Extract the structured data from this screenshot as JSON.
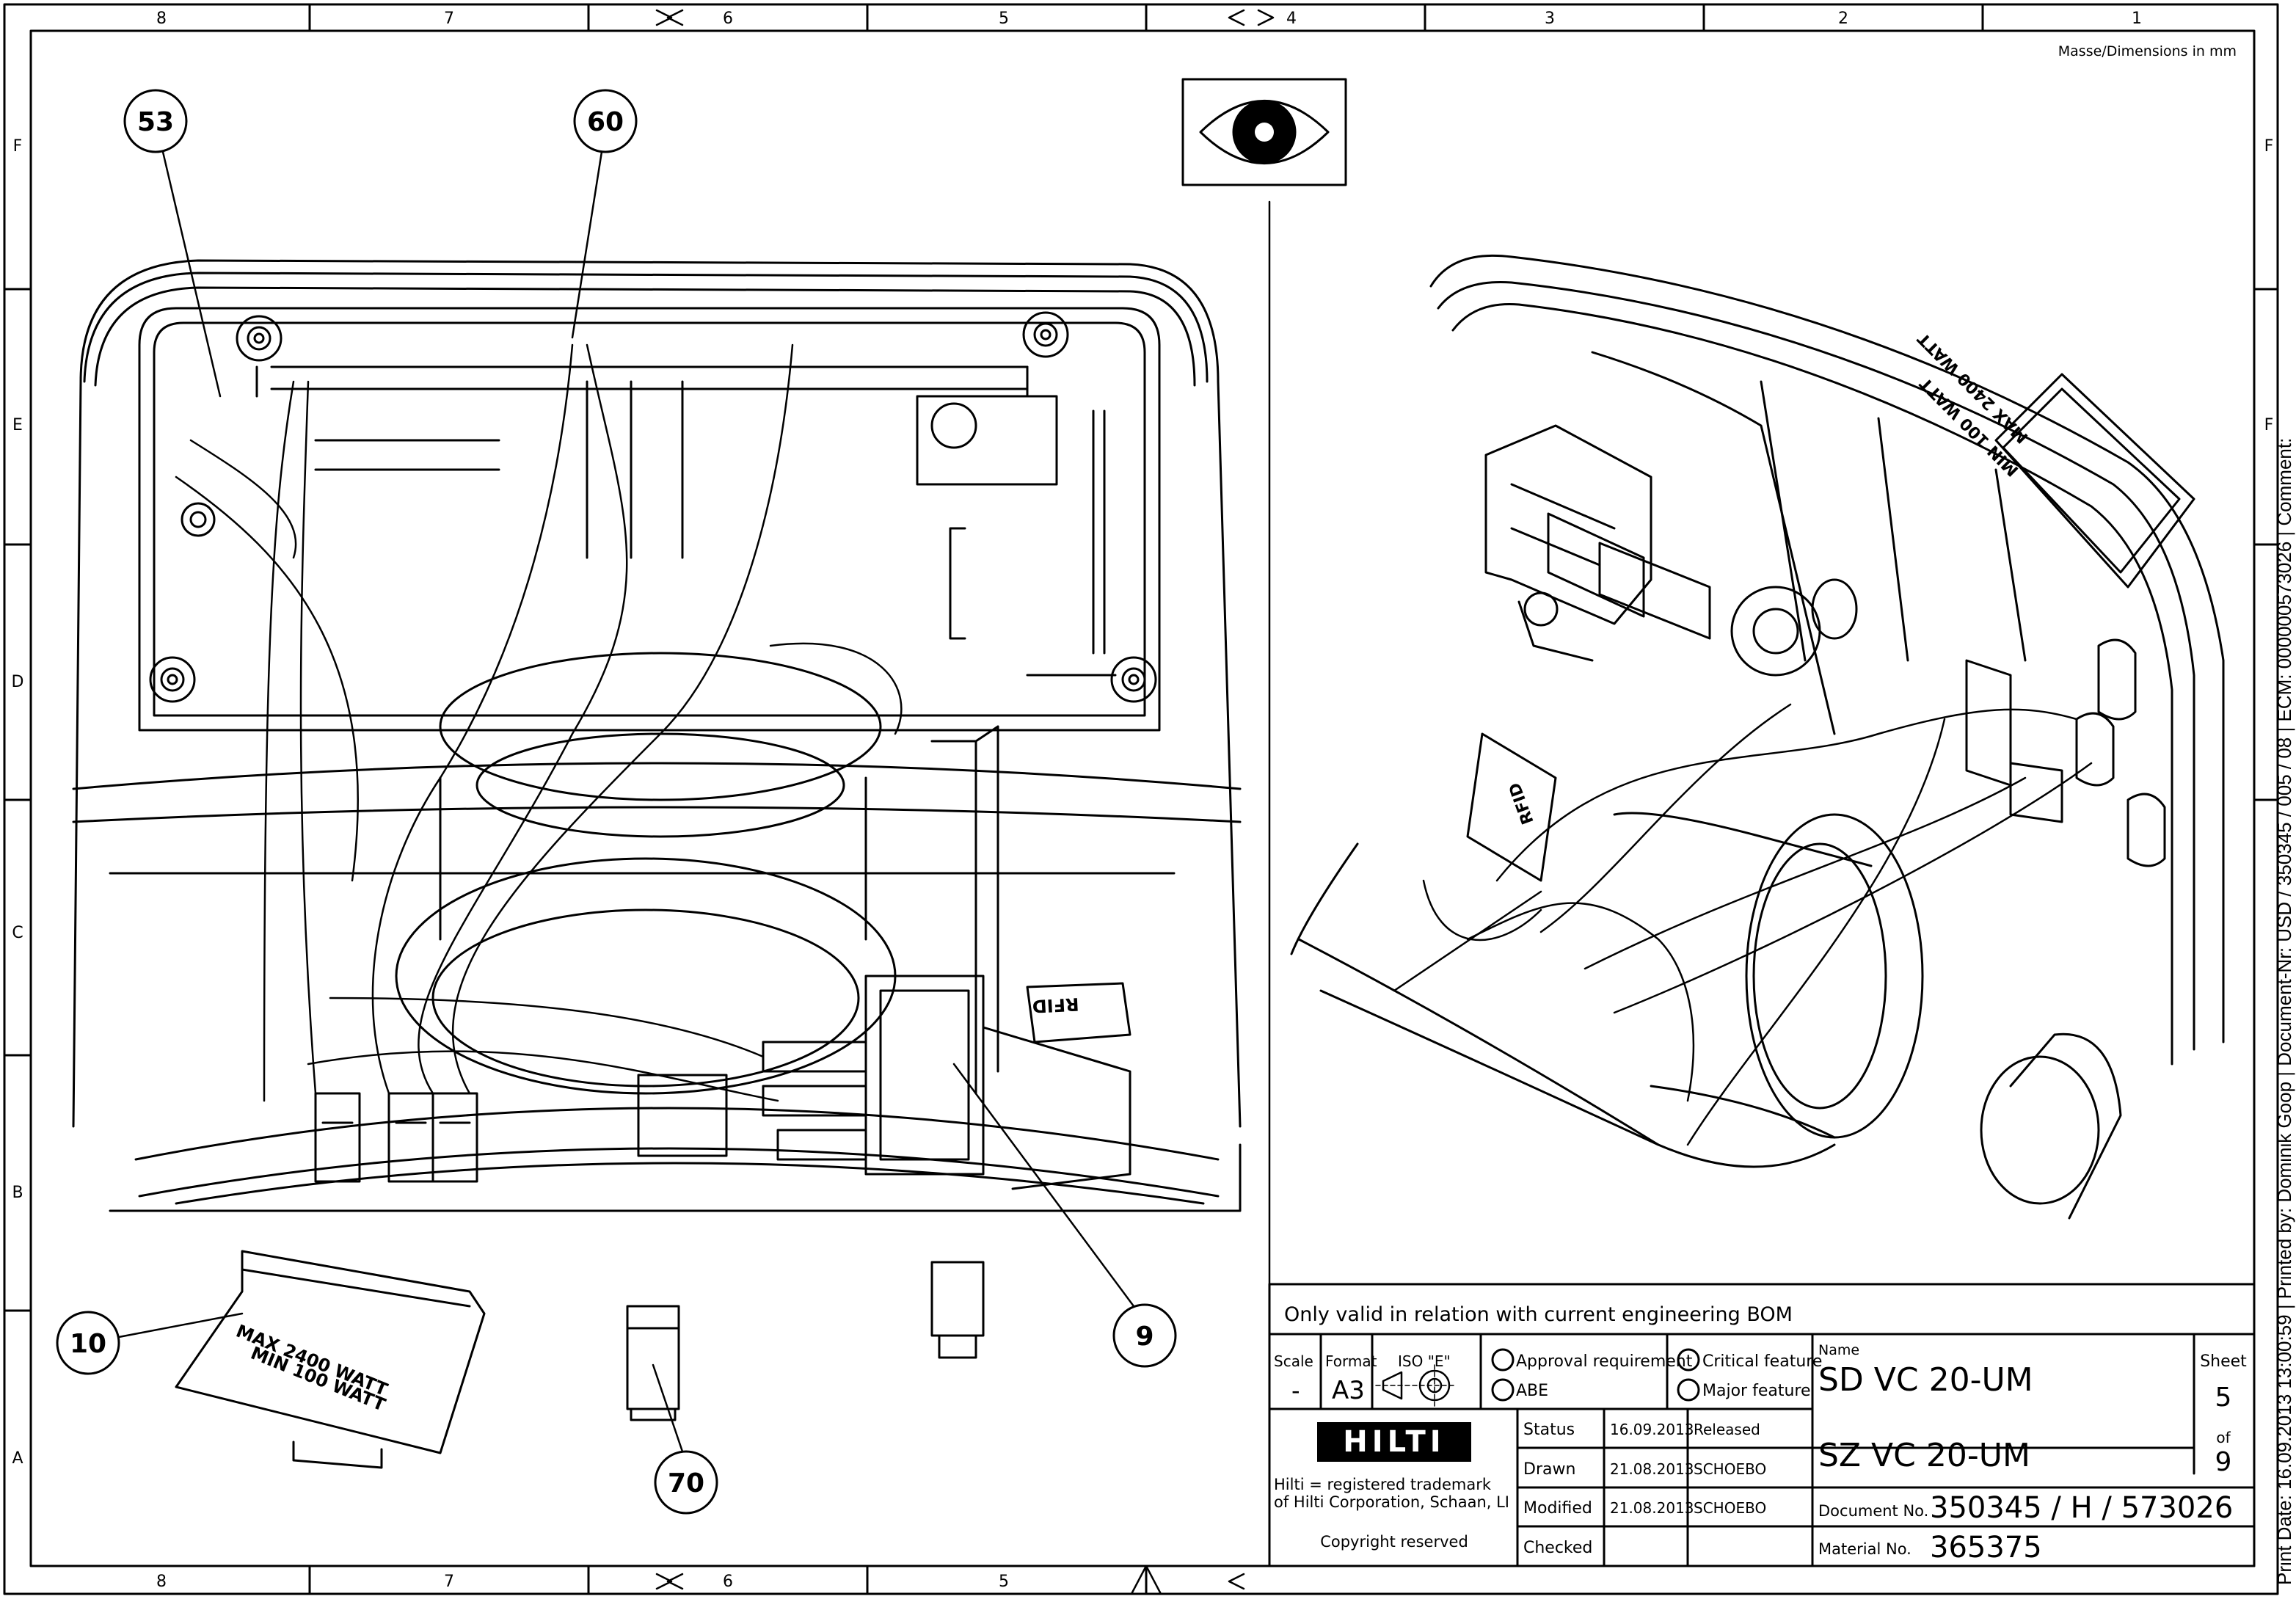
{
  "frame": {
    "columns_top": [
      "8",
      "7",
      "6",
      "5",
      "4",
      "3",
      "2",
      "1"
    ],
    "columns_bottom": [
      "8",
      "7",
      "6",
      "5"
    ],
    "rows_left": [
      "F",
      "E",
      "D",
      "C",
      "B",
      "A"
    ],
    "rows_right": [
      "F",
      "F"
    ]
  },
  "dimensions_note": "Masse/Dimensions in mm",
  "callouts": [
    "53",
    "60",
    "10",
    "70",
    "9"
  ],
  "labels": {
    "rfid": "RFID",
    "max_watt": "MAX 2400 WATT",
    "min_watt": "MIN 100 WATT"
  },
  "title_block": {
    "validity": "Only valid in relation with current engineering BOM",
    "scale_label": "Scale",
    "scale_value": "-",
    "format_label": "Format",
    "format_value": "A3",
    "iso_label": "ISO \"E\"",
    "approval": "Approval requirement",
    "abe": "ABE",
    "critical": "Critical feature",
    "major": "Major feature",
    "logo": "HILTI",
    "trademark_1": "Hilti = registered trademark",
    "trademark_2": "of Hilti Corporation, Schaan, LI",
    "copyright": "Copyright reserved",
    "rows": [
      {
        "label": "Status",
        "date": "16.09.2013",
        "by": "Released"
      },
      {
        "label": "Drawn",
        "date": "21.08.2013",
        "by": "SCHOEBO"
      },
      {
        "label": "Modified",
        "date": "21.08.2013",
        "by": "SCHOEBO"
      },
      {
        "label": "Checked",
        "date": "",
        "by": ""
      }
    ],
    "name_label": "Name",
    "name_1": "SD VC 20-UM",
    "name_2": "SZ VC 20-UM",
    "sheet_label": "Sheet",
    "sheet_no": "5",
    "of_label": "of",
    "sheet_total": "9",
    "doc_label": "Document No.",
    "doc_value": "350345 / H / 573026",
    "mat_label": "Material No.",
    "mat_value": "365375"
  },
  "side_text": "Print Date: 16.09.2013 13:00:59 | Printed by: Dominik Goop | Document-Nr: USD / 350345 / 005 / 08 | ECM: 000000573026 | Comment:"
}
